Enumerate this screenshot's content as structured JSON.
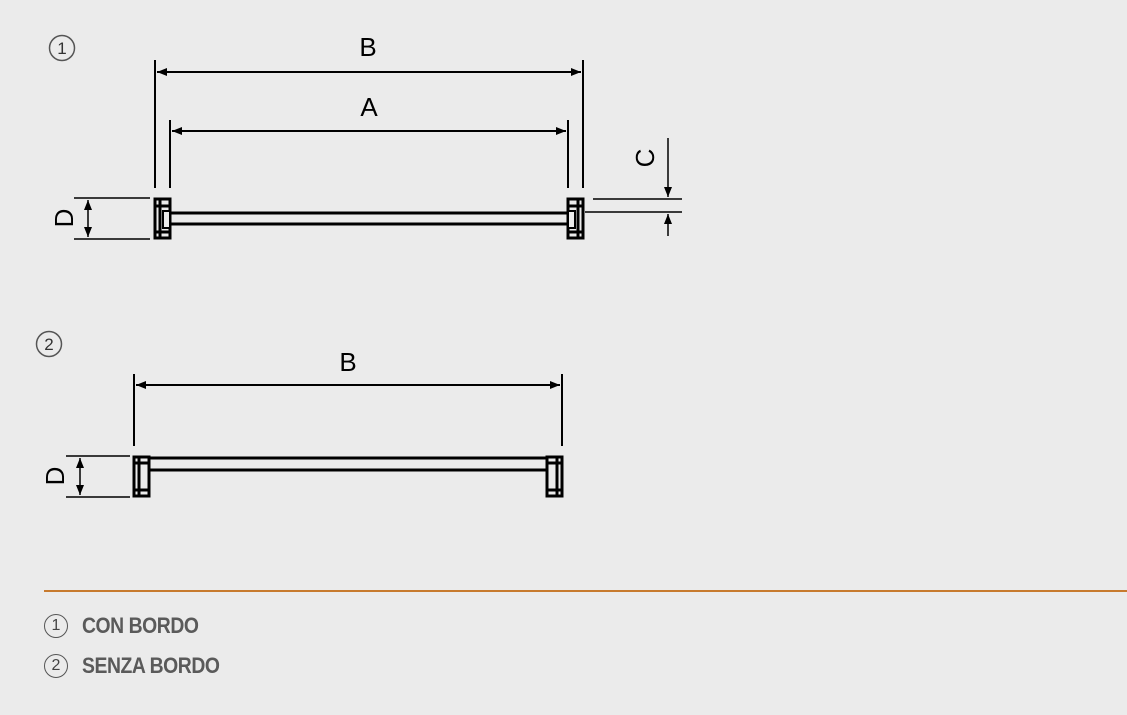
{
  "diagram_1": {
    "marker": "1",
    "dim_B": "B",
    "dim_A": "A",
    "dim_C": "C",
    "dim_D": "D"
  },
  "diagram_2": {
    "marker": "2",
    "dim_B": "B",
    "dim_D": "D"
  },
  "legend": [
    {
      "num": "1",
      "label": "CON BORDO"
    },
    {
      "num": "2",
      "label": "SENZA BORDO"
    }
  ],
  "colors": {
    "background": "#ebebeb",
    "separator": "#c77a2e",
    "line": "#000000",
    "legend_text": "#5a5a5a"
  }
}
